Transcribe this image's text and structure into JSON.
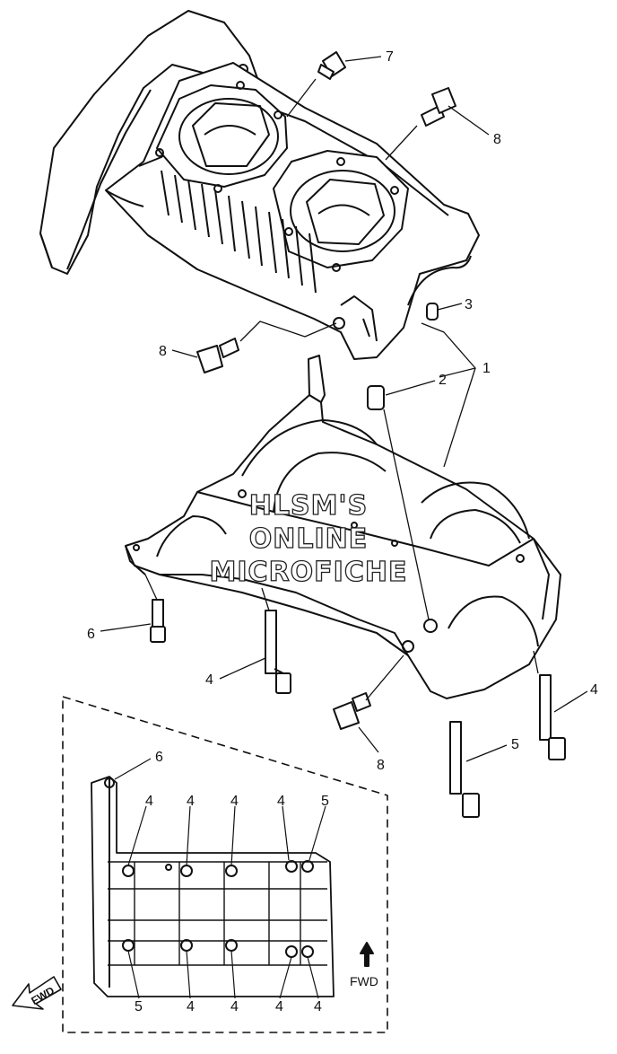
{
  "watermark": {
    "line1": "HLSM'S",
    "line2": "ONLINE",
    "line3": "MICROFICHE"
  },
  "callouts": {
    "c7": "7",
    "c8_top": "8",
    "c3": "3",
    "c8_left": "8",
    "c2": "2",
    "c1": "1",
    "c6": "6",
    "c4_left": "4",
    "c4_right": "4",
    "c8_bottom": "8",
    "c5": "5"
  },
  "inset": {
    "top_labels": [
      "6",
      "4",
      "4",
      "4",
      "4",
      "5"
    ],
    "bottom_labels": [
      "5",
      "4",
      "4",
      "4",
      "4"
    ],
    "fwd_label": "FWD"
  },
  "fwd_arrow_label": "FWD",
  "colors": {
    "ink": "#111111",
    "background": "#ffffff"
  }
}
